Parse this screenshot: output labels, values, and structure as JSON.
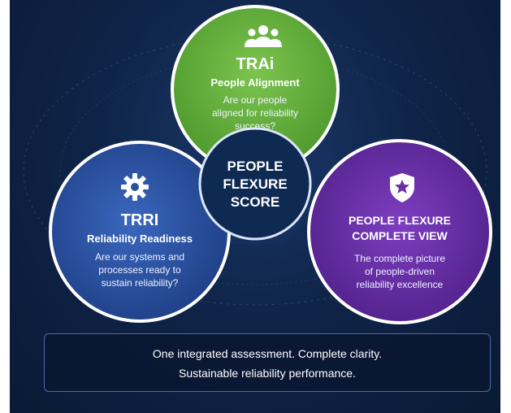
{
  "trai": {
    "title": "TRAi",
    "subtitle": "People Alignment",
    "question_lines": [
      "Are our people",
      "aligned for reliability",
      "success?"
    ],
    "color": "#5fae3a",
    "icon": "people-group-icon"
  },
  "trri": {
    "title": "TRRI",
    "subtitle": "Reliability Readiness",
    "question_lines": [
      "Are our systems and",
      "processes ready to",
      "sustain reliability?"
    ],
    "color": "#2f57a8",
    "icon": "gear-icon"
  },
  "complete_view": {
    "title_lines": [
      "PEOPLE FLEXURE",
      "COMPLETE VIEW"
    ],
    "description_lines": [
      "The complete picture",
      "of people-driven",
      "reliability excellence"
    ],
    "color": "#6a2fa6",
    "icon": "star-shield-icon"
  },
  "center": {
    "lines": [
      "PEOPLE",
      "FLEXURE",
      "SCORE"
    ],
    "color": "#0f2a52"
  },
  "banner": {
    "line1": "One integrated assessment. Complete clarity.",
    "line2": "Sustainable reliability performance."
  }
}
